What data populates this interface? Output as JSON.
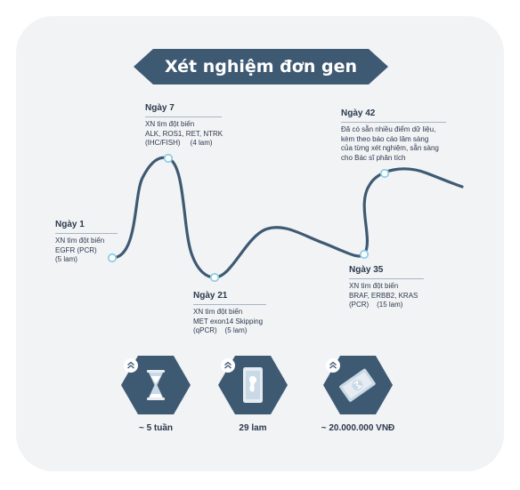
{
  "title": "Xét nghiệm đơn gen",
  "steps": [
    {
      "day": "Ngày 1",
      "lines": [
        "XN tìm đột biến",
        "EGFR (PCR)",
        "(5 lam)"
      ]
    },
    {
      "day": "Ngày 7",
      "lines": [
        "XN tìm đột biến",
        "ALK, ROS1, RET, NTRK",
        "(IHC/FISH)     (4 lam)"
      ]
    },
    {
      "day": "Ngày 21",
      "lines": [
        "XN tìm đột biến",
        "MET exon14 Skipping",
        "(qPCR)    (5 lam)"
      ]
    },
    {
      "day": "Ngày 35",
      "lines": [
        "XN tìm đột biến",
        "BRAF, ERBB2, KRAS",
        "(PCR)    (15 lam)"
      ]
    },
    {
      "day": "Ngày 42",
      "lines": [
        "Đã có sẵn nhiều điểm dữ liệu,",
        "kèm theo báo cáo lâm sàng",
        "của từng xét nghiệm, sẵn sàng",
        "cho Bác sĩ phân tích"
      ]
    }
  ],
  "stats": [
    {
      "icon": "hourglass-icon",
      "label": "~ 5 tuần"
    },
    {
      "icon": "slide-icon",
      "label": "29 lam"
    },
    {
      "icon": "money-icon",
      "label": "~ 20.000.000 VNĐ"
    }
  ],
  "colors": {
    "path": "#3e5a73",
    "node_ring": "#8ecfe6",
    "hex_fill": "#3e5a73",
    "banner": "#3e5a73",
    "card": "#f2f3f5"
  }
}
